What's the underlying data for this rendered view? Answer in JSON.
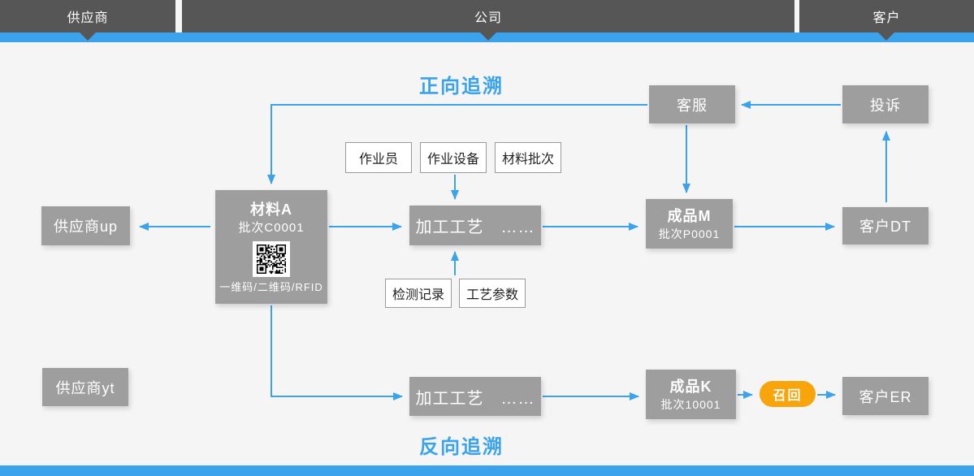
{
  "header": {
    "lanes": [
      {
        "label": "供应商"
      },
      {
        "label": "公司"
      },
      {
        "label": "客户"
      }
    ]
  },
  "titles": {
    "forward": "正向追溯",
    "backward": "反向追溯"
  },
  "nodes": {
    "supplier_up": {
      "label": "供应商up"
    },
    "supplier_yt": {
      "label": "供应商yt"
    },
    "material": {
      "title": "材料A",
      "batch": "批次C0001",
      "codes_caption": "一维码/二维码/RFID"
    },
    "process_top": {
      "label": "加工工艺　……"
    },
    "process_bottom": {
      "label": "加工工艺　……"
    },
    "product_m": {
      "title": "成品M",
      "batch": "批次P0001"
    },
    "product_k": {
      "title": "成品K",
      "batch": "批次10001"
    },
    "customer_dt": {
      "label": "客户DT"
    },
    "customer_er": {
      "label": "客户ER"
    },
    "service": {
      "label": "客服"
    },
    "complaint": {
      "label": "投诉"
    },
    "recall": {
      "label": "召回"
    }
  },
  "tags": {
    "top": [
      "作业员",
      "作业设备",
      "材料批次"
    ],
    "bottom": [
      "检测记录",
      "工艺参数"
    ]
  },
  "colors": {
    "accent_blue": "#3aa3ec",
    "bar_dark": "#565656",
    "node_gray": "#9e9e9e",
    "recall_orange": "#f7a50a",
    "background": "#f5f5f6"
  }
}
